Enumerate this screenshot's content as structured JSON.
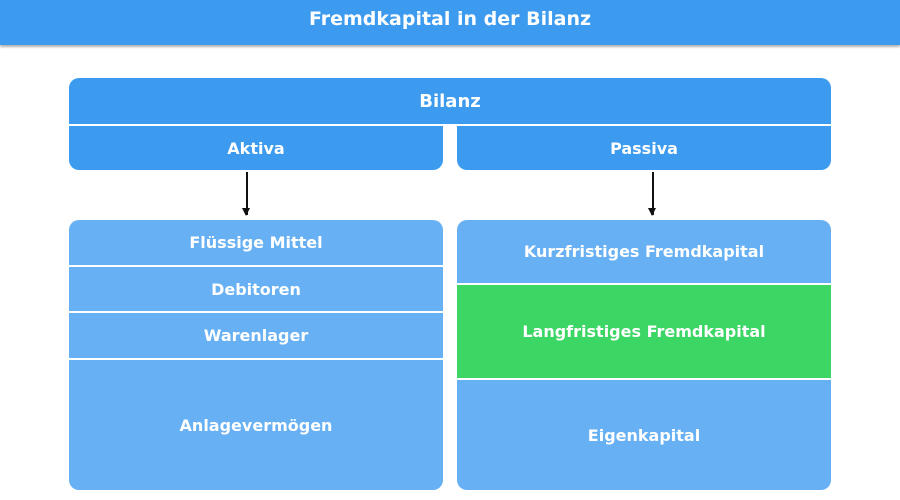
{
  "header": {
    "subtitle": "Fremdkapital in der Bilanz"
  },
  "bilanz": {
    "title": "Bilanz",
    "aktiva": "Aktiva",
    "passiva": "Passiva"
  },
  "aktiva_items": [
    "Flüssige Mittel",
    "Debitoren",
    "Warenlager",
    "Anlagevermögen"
  ],
  "passiva_items": [
    "Kurzfristiges Fremdkapital",
    "Langfristiges Fremdkapital",
    "Eigenkapital"
  ],
  "colors": {
    "header": "#3d9bef",
    "item": "#67b0f4",
    "highlight": "#3cd664"
  }
}
